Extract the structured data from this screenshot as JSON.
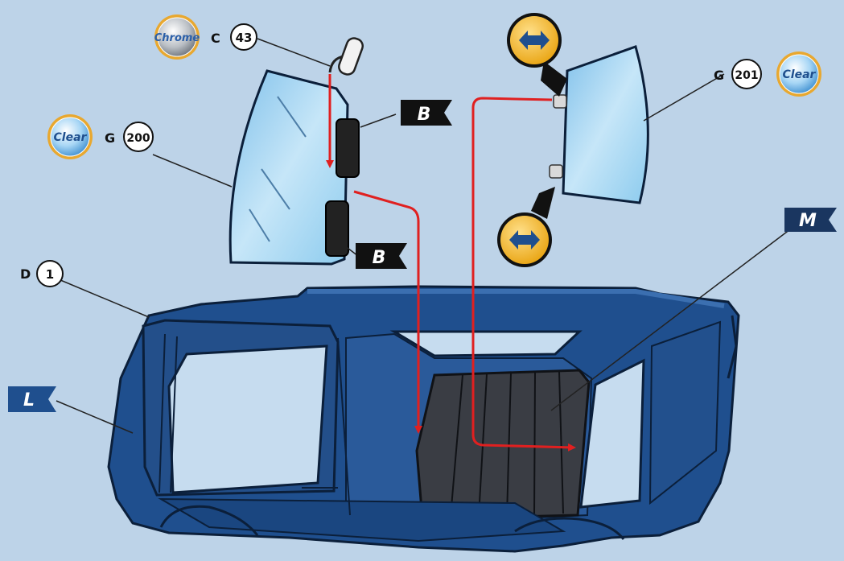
{
  "parts": {
    "chrome_part": {
      "letter": "C",
      "number": "43",
      "badge": "Chrome"
    },
    "left_glass": {
      "letter": "G",
      "number": "200",
      "badge": "Clear"
    },
    "right_glass": {
      "letter": "G",
      "number": "201",
      "badge": "Clear"
    },
    "body": {
      "letter": "D",
      "number": "1"
    }
  },
  "flags": {
    "b_top": "B",
    "b_bottom": "B",
    "m": "M",
    "l": "L"
  },
  "colors": {
    "background": "#bdd3e8",
    "car_body": "#1e4f8f",
    "glass": "#a9d3f0",
    "arrow": "#e02020",
    "flag": "#111111",
    "action_icon": "#f2b51c"
  },
  "icons": [
    "chrome-badge-icon",
    "clear-badge-icon",
    "flag-icon",
    "glue-action-icon",
    "mirror-icon"
  ]
}
